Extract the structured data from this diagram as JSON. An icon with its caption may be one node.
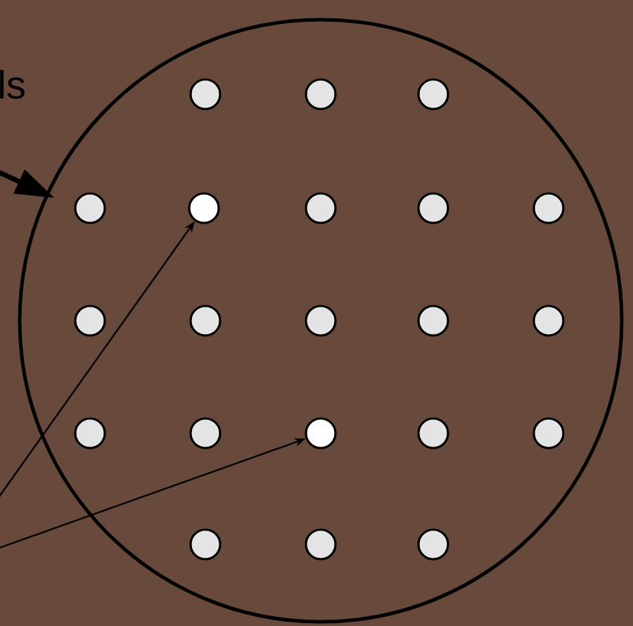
{
  "diagram": {
    "nodes": [
      {
        "text": [],
        "shape": "circle"
      },
      {
        "text": [],
        "shape": "circle",
        "in": 0
      },
      {
        "text": [],
        "shape": "circle",
        "in": 0
      },
      {
        "text": [],
        "shape": "circle",
        "in": 0
      },
      {
        "text": [],
        "shape": "circle",
        "in": 0
      },
      {
        "text": [],
        "shape": "circle",
        "in": 0
      },
      {
        "text": [],
        "shape": "circle",
        "in": 0
      },
      {
        "text": [],
        "shape": "circle",
        "in": 0
      },
      {
        "text": [],
        "shape": "circle",
        "in": 0
      },
      {
        "text": [],
        "shape": "circle",
        "in": 0
      },
      {
        "text": [],
        "shape": "circle",
        "in": 0
      },
      {
        "text": [],
        "shape": "circle",
        "in": 0
      },
      {
        "text": [],
        "shape": "circle",
        "in": 0
      },
      {
        "text": [],
        "shape": "circle",
        "in": 0
      },
      {
        "text": [],
        "shape": "circle",
        "in": 0
      },
      {
        "text": [],
        "shape": "circle",
        "in": 0
      },
      {
        "text": [],
        "shape": "circle",
        "in": 0
      },
      {
        "text": [],
        "shape": "circle",
        "in": 0
      },
      {
        "text": [],
        "shape": "circle",
        "in": 0
      },
      {
        "text": [],
        "shape": "circle",
        "in": 0
      },
      {
        "text": [],
        "shape": "circle",
        "in": 0
      },
      {
        "text": [],
        "shape": "circle",
        "in": 0
      }
    ],
    "edges": [
      {
        "from": null,
        "to": 0,
        "arrow": "to",
        "style": "thick"
      },
      {
        "from": null,
        "to": 5,
        "arrow": "to"
      },
      {
        "from": null,
        "to": 16,
        "arrow": "to"
      }
    ],
    "labels": [
      "ls"
    ]
  }
}
